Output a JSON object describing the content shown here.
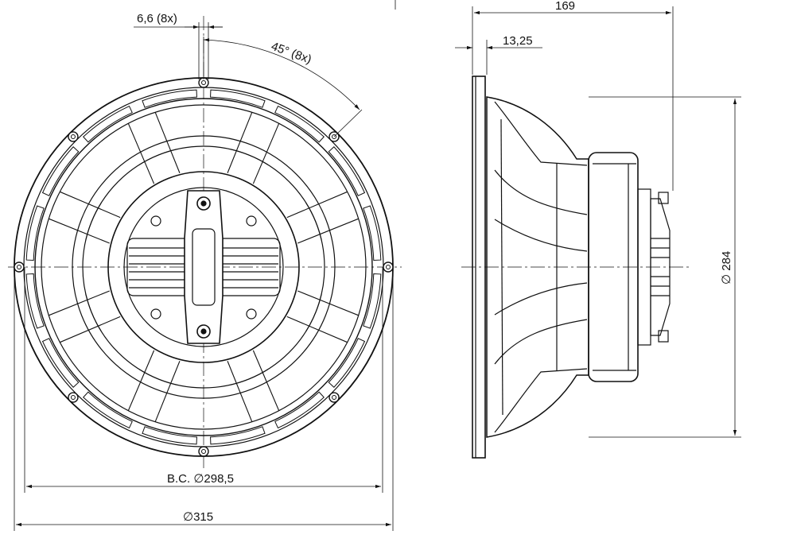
{
  "dimensions": {
    "hole_diameter": "6,6 (8x)",
    "hole_angle": "45° (8x)",
    "bolt_circle": "B.C. ∅298,5",
    "outer_diameter": "∅315",
    "depth": "169",
    "flange_thickness": "13,25",
    "baffle_cutout": "∅ 284"
  },
  "colors": {
    "line": "#111111",
    "background": "#ffffff"
  }
}
